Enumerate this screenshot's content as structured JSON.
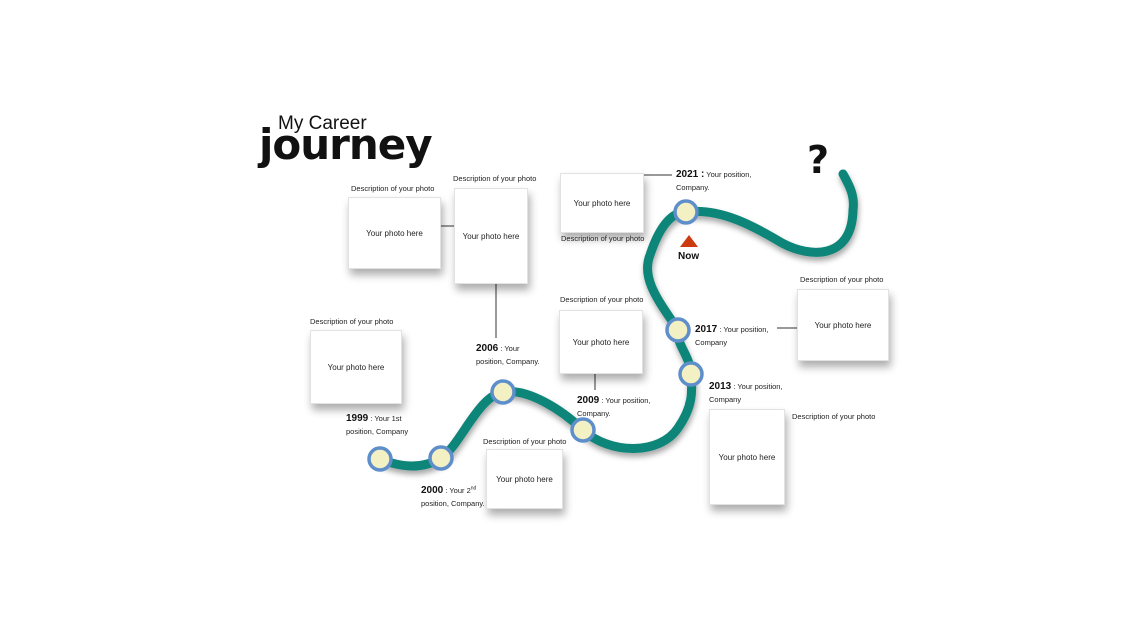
{
  "title": {
    "line1": "My Career",
    "line2": "journey"
  },
  "question_mark": "?",
  "now": {
    "label": "Now",
    "marker_color": "#cc3a10"
  },
  "colors": {
    "path": "#0e8579",
    "node_fill": "#f3f0c4",
    "node_border": "#5e8fcb",
    "connector": "#333333"
  },
  "photos": [
    {
      "desc": "Description of your photo",
      "label": "Your photo here"
    },
    {
      "desc": "Description of your photo",
      "label": "Your photo here"
    },
    {
      "desc": "Description of your photo",
      "label": "Your photo here"
    },
    {
      "desc": "Description of your photo",
      "label": "Your photo here"
    },
    {
      "desc": "Description of your photo",
      "label": "Your photo here"
    },
    {
      "desc": "Description of your photo",
      "label": "Your photo here"
    },
    {
      "desc": "Description of your photo",
      "label": "Your photo here"
    },
    {
      "desc": "Description of your photo",
      "label": "Your photo here"
    }
  ],
  "milestones": [
    {
      "year": "1999",
      "line1": " : Your 1st",
      "line2": "position, Company"
    },
    {
      "year": "2000",
      "line1": " : Your 2",
      "sup": "nd",
      "line2": "position, Company."
    },
    {
      "year": "2006",
      "line1": " : Your",
      "line2": "position, Company."
    },
    {
      "year": "2009",
      "line1": " : Your   position,",
      "line2": "Company."
    },
    {
      "year": "2013",
      "line1": " : Your    position,",
      "line2": "Company"
    },
    {
      "year": "2017",
      "line1": " : Your    position,",
      "line2": "Company"
    },
    {
      "year": "2021 :",
      "line1": " Your    position,",
      "line2": "Company."
    }
  ]
}
